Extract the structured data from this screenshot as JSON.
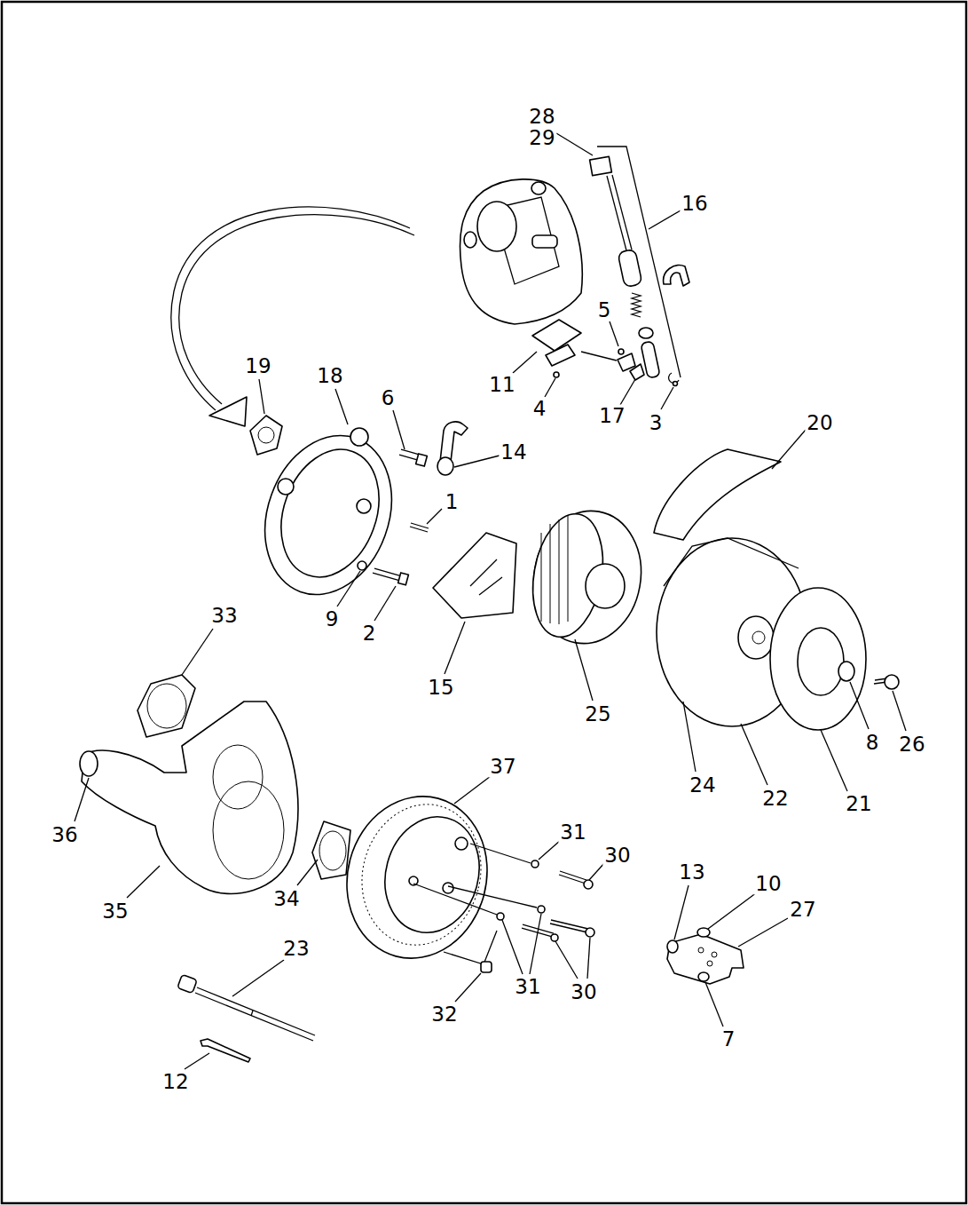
{
  "diagram": {
    "labels": [
      "28",
      "29",
      "16",
      "5",
      "19",
      "18",
      "11",
      "6",
      "4",
      "17",
      "3",
      "20",
      "14",
      "1",
      "33",
      "9",
      "2",
      "15",
      "25",
      "8",
      "26",
      "37",
      "24",
      "22",
      "21",
      "31",
      "36",
      "30",
      "13",
      "10",
      "34",
      "27",
      "35",
      "23",
      "31",
      "30",
      "32",
      "7",
      "12"
    ]
  }
}
